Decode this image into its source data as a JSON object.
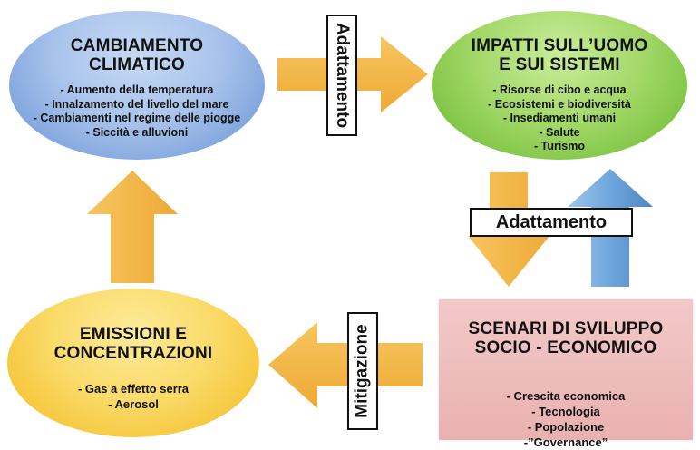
{
  "diagram": {
    "climate": {
      "title_lines": [
        "CAMBIAMENTO",
        "CLIMATICO"
      ],
      "items": [
        "- Aumento della temperatura",
        "- Innalzamento del livello del mare",
        "- Cambiamenti nel regime delle piogge",
        "- Siccità e alluvioni"
      ]
    },
    "impacts": {
      "title_lines": [
        "IMPATTI SULL’UOMO",
        "E SUI SISTEMI"
      ],
      "items": [
        "- Risorse di cibo e acqua",
        "- Ecosistemi e biodiversità",
        "- Insediamenti umani",
        "- Salute",
        "- Turismo"
      ]
    },
    "emissions": {
      "title_lines": [
        "EMISSIONI E",
        "CONCENTRAZIONI"
      ],
      "items": [
        "- Gas a effetto serra",
        "- Aerosol"
      ]
    },
    "scenarios": {
      "title_lines": [
        "SCENARI DI SVILUPPO",
        "SOCIO - ECONOMICO"
      ],
      "items": [
        "- Crescita economica",
        "- Tecnologia",
        "- Popolazione",
        "-”Governance”"
      ]
    },
    "labels": {
      "adaptation_top": "Adattamento",
      "adaptation_right": "Adattamento",
      "mitigation": "Mitigazione"
    },
    "colors": {
      "arrow_orange": "#f2b84a",
      "arrow_blue": "#6fa6db",
      "climate_blue": "#8fb0e2",
      "impacts_green": "#8ccd52",
      "emissions_yellow": "#f7cf4a",
      "scenarios_pink": "#ecbab9"
    }
  }
}
